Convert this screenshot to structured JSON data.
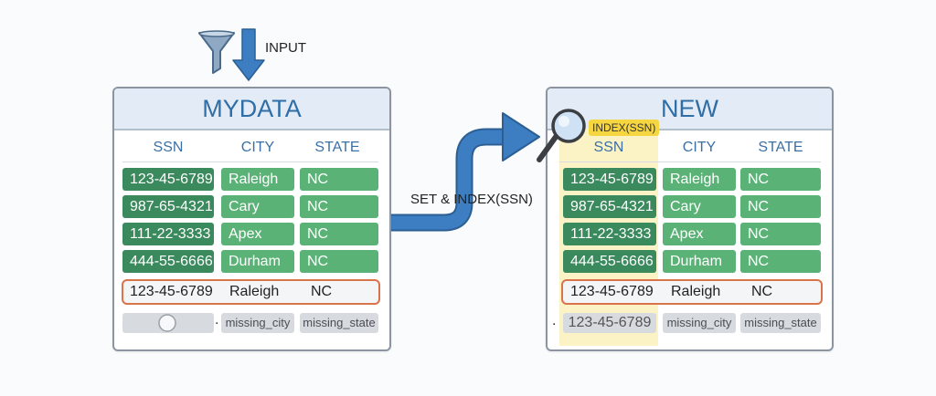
{
  "input_label": "INPUT",
  "arrow_label": "SET & INDEX(SSN)",
  "left_table": {
    "title": "MYDATA",
    "headers": [
      "SSN",
      "CITY",
      "STATE"
    ],
    "rows": [
      {
        "ssn": "123-45-6789",
        "city": "Raleigh",
        "state": "NC"
      },
      {
        "ssn": "987-65-4321",
        "city": "Cary",
        "state": "NC"
      },
      {
        "ssn": "111-22-3333",
        "city": "Apex",
        "state": "NC"
      },
      {
        "ssn": "444-55-6666",
        "city": "Durham",
        "state": "NC"
      }
    ],
    "highlight_row": {
      "ssn": "123-45-6789",
      "city": "Raleigh",
      "state": "NC"
    },
    "missing_row": {
      "ssn_dot": ".",
      "city": "missing_city",
      "state": "missing_state"
    }
  },
  "right_table": {
    "title": "NEW",
    "index_tag": "INDEX(SSN)",
    "headers": [
      "SSN",
      "CITY",
      "STATE"
    ],
    "rows": [
      {
        "ssn": "123-45-6789",
        "city": "Raleigh",
        "state": "NC"
      },
      {
        "ssn": "987-65-4321",
        "city": "Cary",
        "state": "NC"
      },
      {
        "ssn": "111-22-3333",
        "city": "Apex",
        "state": "NC"
      },
      {
        "ssn": "444-55-6666",
        "city": "Durham",
        "state": "NC"
      }
    ],
    "highlight_row": {
      "ssn": "123-45-6789",
      "city": "Raleigh",
      "state": "NC"
    },
    "missing_row": {
      "dot": ".",
      "ssn": "123-45-6789",
      "city": "missing_city",
      "state": "missing_state"
    }
  },
  "colors": {
    "dark_green": "#3b8a5e",
    "light_green": "#5bb277",
    "accent_blue": "#3c7ec1",
    "highlight_border": "#d9734a",
    "index_yellow": "#f5d640"
  }
}
